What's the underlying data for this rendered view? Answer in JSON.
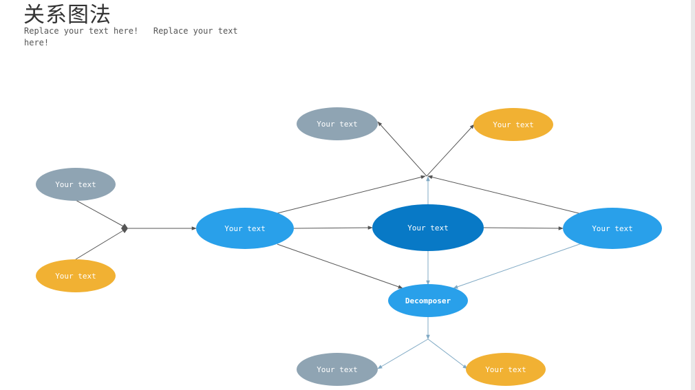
{
  "header": {
    "title": "关系图法",
    "subtitle": "Replace your text here!   Replace your text here!"
  },
  "colors": {
    "gray": "#8fa4b3",
    "orange": "#f1b133",
    "blue": "#29a0ea",
    "dark_blue": "#0879c6",
    "arrow_dark": "#555555",
    "arrow_light": "#7fa9c4"
  },
  "nodes": {
    "left_top": "Your text",
    "left_bottom": "Your text",
    "left_center": "Your text",
    "center": "Your text",
    "right": "Your text",
    "top_left": "Your text",
    "top_right": "Your text",
    "decomposer": "Decomposer",
    "bottom_left": "Your text",
    "bottom_right": "Your text"
  }
}
